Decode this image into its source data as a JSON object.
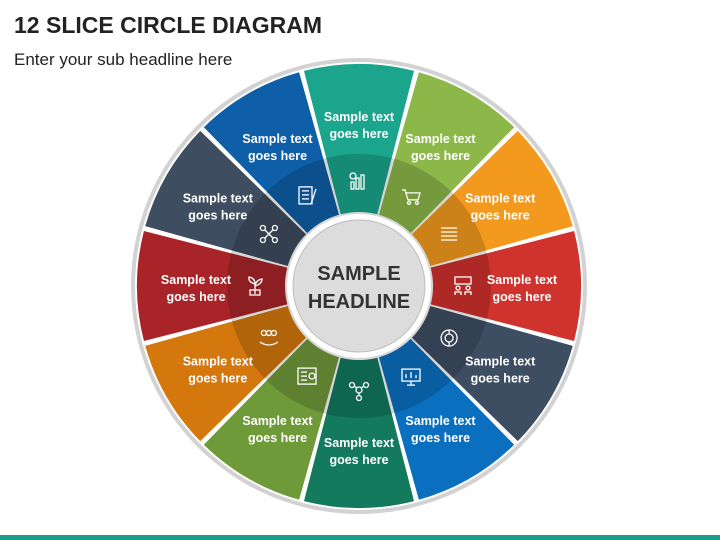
{
  "header": {
    "title": "12 SLICE CIRCLE DIAGRAM",
    "subtitle": "Enter your sub headline here"
  },
  "center": {
    "line1": "SAMPLE",
    "line2": "HEADLINE"
  },
  "segments": [
    {
      "line1": "Sample text",
      "line2": "goes here",
      "color": "#1aa58c",
      "icon": "bar-chart-gear-icon"
    },
    {
      "line1": "Sample text",
      "line2": "goes here",
      "color": "#8cb84a",
      "icon": "shop-cart-icon"
    },
    {
      "line1": "Sample text",
      "line2": "goes here",
      "color": "#f39a1e",
      "icon": "document-lines-icon"
    },
    {
      "line1": "Sample text",
      "line2": "goes here",
      "color": "#d0322e",
      "icon": "team-presentation-icon"
    },
    {
      "line1": "Sample text",
      "line2": "goes here",
      "color": "#3d4e63",
      "icon": "gear-network-icon"
    },
    {
      "line1": "Sample text",
      "line2": "goes here",
      "color": "#0b6fc0",
      "icon": "monitor-chart-icon"
    },
    {
      "line1": "Sample text",
      "line2": "goes here",
      "color": "#137a5e",
      "icon": "molecule-network-icon"
    },
    {
      "line1": "Sample text",
      "line2": "goes here",
      "color": "#6f9a3a",
      "icon": "report-dashboard-icon"
    },
    {
      "line1": "Sample text",
      "line2": "goes here",
      "color": "#d4780e",
      "icon": "hand-people-icon"
    },
    {
      "line1": "Sample text",
      "line2": "goes here",
      "color": "#a82428",
      "icon": "growth-plant-icon"
    },
    {
      "line1": "Sample text",
      "line2": "goes here",
      "color": "#3e4d60",
      "icon": "people-connection-icon"
    },
    {
      "line1": "Sample text",
      "line2": "goes here",
      "color": "#0e5fa8",
      "icon": "checklist-pen-icon"
    }
  ]
}
